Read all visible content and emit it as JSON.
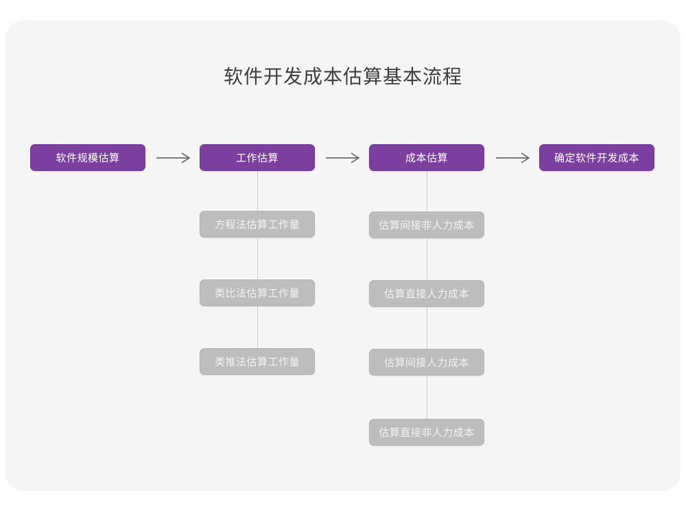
{
  "card": {
    "background_color": "#f5f5f5",
    "page_background_color": "#ffffff"
  },
  "title": "软件开发成本估算基本流程",
  "colors": {
    "primary_node": "#7b3fa0",
    "primary_node_text": "#ffffff",
    "secondary_node": "#bdbdbd",
    "secondary_node_text": "#f2f2f2",
    "connector": "#c9c9c9",
    "arrow": "#555555",
    "title_text": "#3d3d3d"
  },
  "flow": {
    "stages": [
      {
        "id": "stage-1",
        "label": "软件规模估算",
        "substeps": []
      },
      {
        "id": "stage-2",
        "label": "工作估算",
        "substeps": [
          "方程法估算工作量",
          "类比法估算工作量",
          "类推法估算工作量"
        ]
      },
      {
        "id": "stage-3",
        "label": "成本估算",
        "substeps": [
          "估算间接非人力成本",
          "估算直接人力成本",
          "估算间接人力成本",
          "估算直接非人力成本"
        ]
      },
      {
        "id": "stage-4",
        "label": "确定软件开发成本",
        "substeps": []
      }
    ],
    "arrows": [
      {
        "id": "arrow-1",
        "glyph": "arrow-right-icon"
      },
      {
        "id": "arrow-2",
        "glyph": "arrow-right-icon"
      },
      {
        "id": "arrow-3",
        "glyph": "arrow-right-icon"
      }
    ]
  }
}
